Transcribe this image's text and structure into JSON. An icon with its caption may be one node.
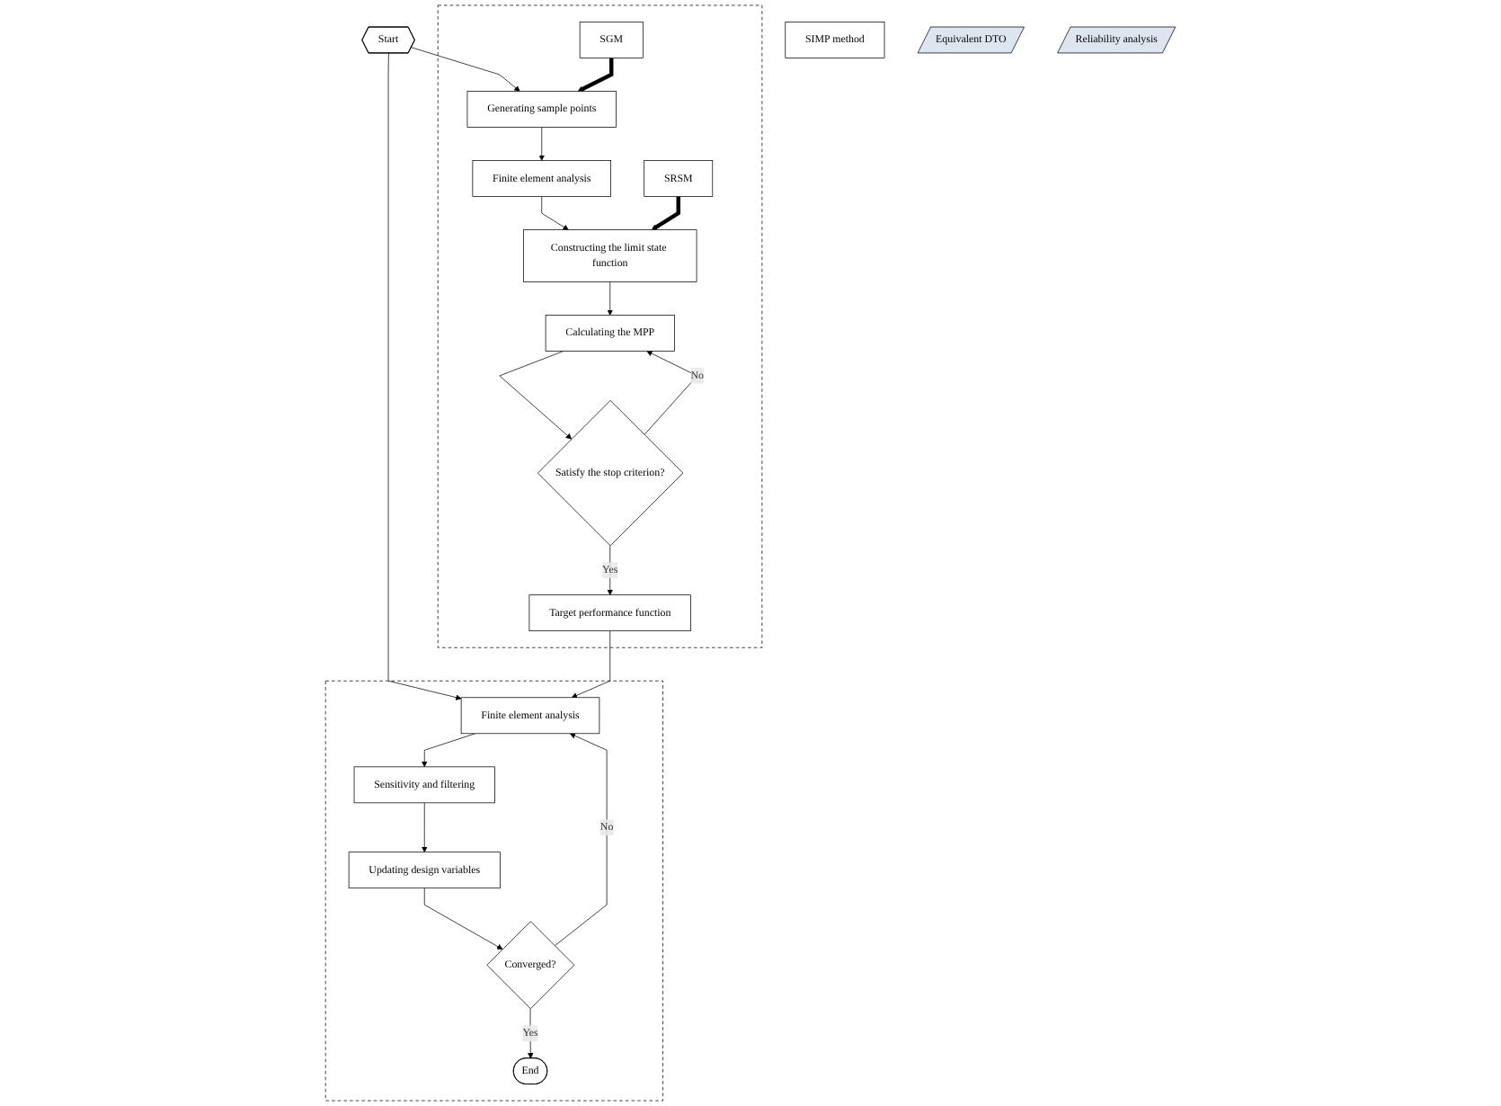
{
  "diagram": {
    "nodes": [
      {
        "text": [
          "Start"
        ]
      },
      {
        "text": [],
        "shape": "box"
      },
      {
        "text": [
          "Finite element analysis"
        ],
        "in": 1
      },
      {
        "text": [
          "Sensitivity and filtering"
        ],
        "in": 1
      },
      {
        "text": [
          "Updating design variables"
        ],
        "in": 1
      },
      {
        "text": [
          "Converged?"
        ],
        "in": 1
      },
      {
        "text": [
          "End"
        ],
        "in": 1
      },
      {
        "text": [
          "SIMP method"
        ]
      },
      {
        "text": [
          "Equivalent DTO"
        ]
      },
      {
        "text": [],
        "shape": "box"
      },
      {
        "text": [
          "Generating sample points"
        ],
        "in": 9
      },
      {
        "text": [
          "SGM"
        ],
        "in": 9
      },
      {
        "text": [
          "Finite element analysis"
        ],
        "in": 9
      },
      {
        "text": [
          "Constructing the limit state function"
        ],
        "in": 9
      },
      {
        "text": [
          "SRSM"
        ],
        "in": 9
      },
      {
        "text": [
          "Calculating the MPP"
        ],
        "in": 9
      },
      {
        "text": [
          "Satisfy the stop criterion?"
        ],
        "in": 9
      },
      {
        "text": [
          "Target performance function"
        ],
        "in": 9
      },
      {
        "text": [
          "Reliability analysis"
        ]
      }
    ],
    "edges": [
      {
        "from": 0,
        "to": 2,
        "arrow": "to"
      },
      {
        "from": 0,
        "to": 10,
        "arrow": "to"
      },
      {
        "from": 2,
        "to": 3,
        "arrow": "to"
      },
      {
        "from": 3,
        "to": 4,
        "arrow": "to"
      },
      {
        "from": 4,
        "to": 5,
        "arrow": "to"
      },
      {
        "from": 5,
        "to": 2,
        "arrow": "to",
        "label": "No"
      },
      {
        "from": 5,
        "to": 6,
        "arrow": "to",
        "label": "Yes"
      },
      {
        "from": 11,
        "to": 10,
        "arrow": "to",
        "style": "thick"
      },
      {
        "from": 10,
        "to": 12,
        "arrow": "to"
      },
      {
        "from": 12,
        "to": 13,
        "arrow": "to"
      },
      {
        "from": 14,
        "to": 13,
        "arrow": "to",
        "style": "thick"
      },
      {
        "from": 13,
        "to": 15,
        "arrow": "to"
      },
      {
        "from": 15,
        "to": 16,
        "arrow": "to"
      },
      {
        "from": 16,
        "to": 15,
        "arrow": "to",
        "label": "No"
      },
      {
        "from": 16,
        "to": 17,
        "arrow": "to",
        "label": "Yes"
      },
      {
        "from": 17,
        "to": 2,
        "arrow": "to"
      }
    ]
  }
}
